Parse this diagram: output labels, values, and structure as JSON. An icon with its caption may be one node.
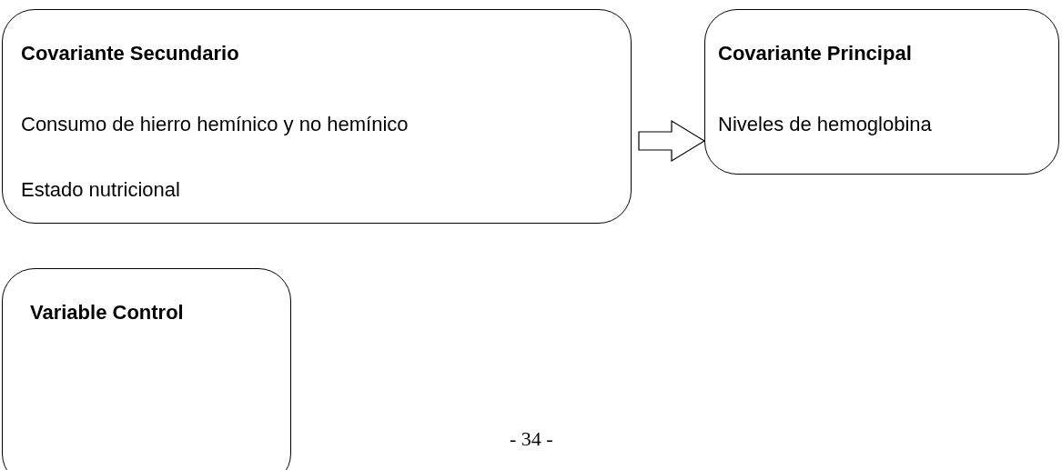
{
  "diagram": {
    "nodes": [
      {
        "text": [
          "Covariante Secundario",
          "Consumo de hierro hemínico y no hemínico",
          "Estado nutricional"
        ]
      },
      {
        "text": [
          "Covariante Principal",
          "Niveles de hemoglobina"
        ]
      },
      {
        "text": [
          "Variable Control"
        ]
      }
    ],
    "edges": [
      {
        "from": 0,
        "to": 1,
        "arrow": "to"
      }
    ],
    "labels": [
      "- 34 -"
    ]
  }
}
